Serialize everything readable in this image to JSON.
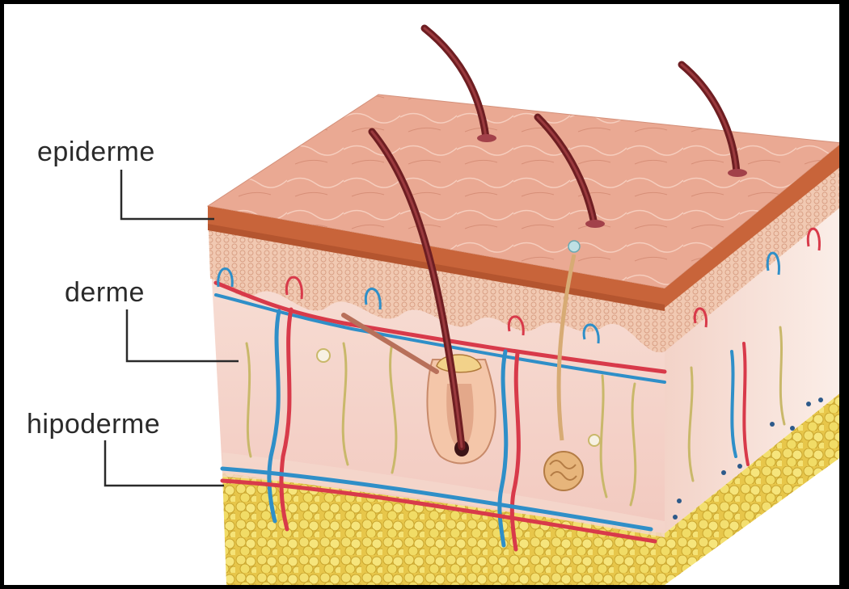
{
  "labels": {
    "epidermis": "epiderme",
    "dermis": "derme",
    "hypodermis": "hipoderme"
  },
  "colors": {
    "skin_surface": "#e9a98f",
    "epidermis_band": "#c8643a",
    "dermis": "#f6dcd4",
    "fat": "#eed85a",
    "artery": "#d83a4a",
    "vein": "#2f8fc8",
    "nerve": "#c9b86a",
    "hair": "#6e1e22"
  }
}
